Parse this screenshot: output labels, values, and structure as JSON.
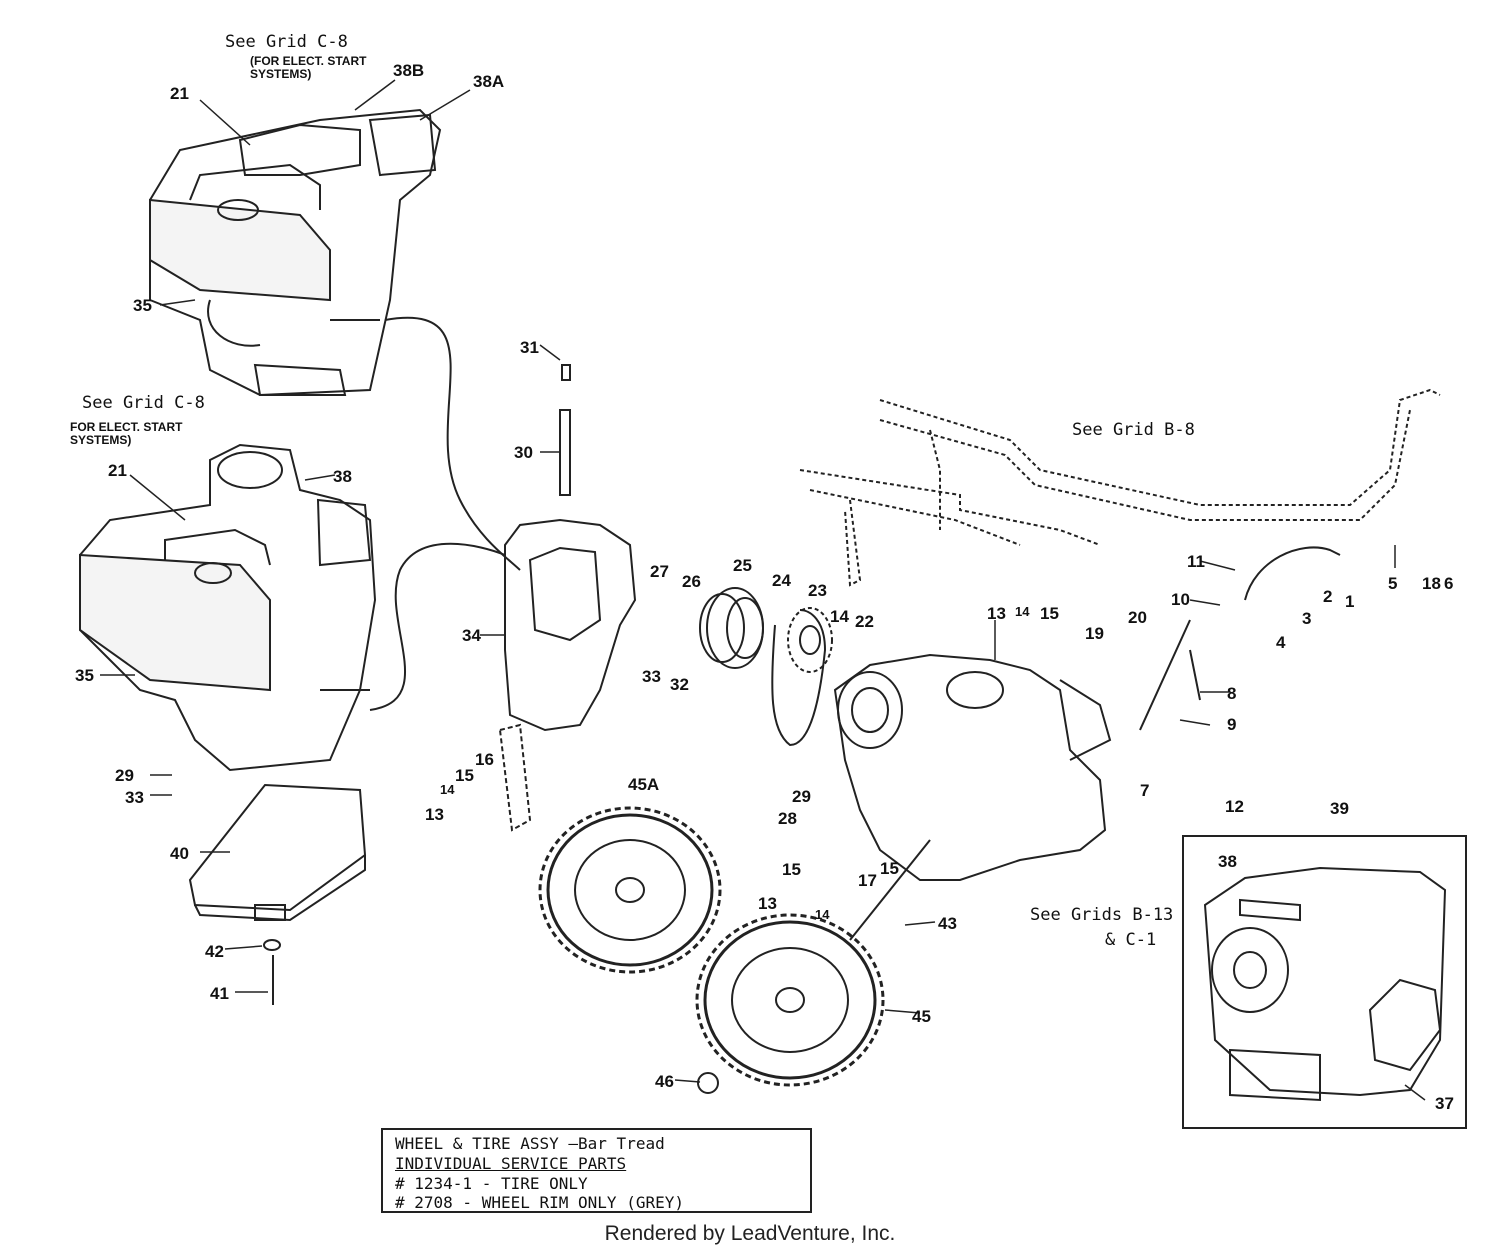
{
  "notes": {
    "grid_c8_top": "See Grid C-8",
    "elect_top": "(FOR ELECT. START\nSYSTEMS)",
    "grid_c8_left": "See Grid C-8",
    "elect_left": "FOR ELECT. START\nSYSTEMS)",
    "grid_b8": "See Grid B-8",
    "grids_b13": "See Grids B-13",
    "grids_c1": "& C-1"
  },
  "callouts": [
    "21",
    "38B",
    "38A",
    "35",
    "31",
    "30",
    "21",
    "38",
    "35",
    "34",
    "27",
    "26",
    "25",
    "24",
    "23",
    "14",
    "22",
    "33",
    "32",
    "13",
    "14",
    "15",
    "19",
    "20",
    "11",
    "10",
    "5",
    "18",
    "6",
    "2",
    "1",
    "3",
    "4",
    "8",
    "9",
    "16",
    "15",
    "14",
    "13",
    "29",
    "33",
    "29",
    "28",
    "45A",
    "7",
    "12",
    "40",
    "15",
    "17",
    "15",
    "13",
    "14",
    "43",
    "39",
    "38",
    "42",
    "41",
    "45",
    "46",
    "37"
  ],
  "legend": {
    "line1": "WHEEL & TIRE ASSY —Bar Tread",
    "line2": "INDIVIDUAL SERVICE PARTS",
    "line3": "# 1234-1  - TIRE ONLY",
    "line4": "#  2708   - WHEEL RIM ONLY (GREY)"
  },
  "footer": "Rendered by LeadVenture, Inc."
}
